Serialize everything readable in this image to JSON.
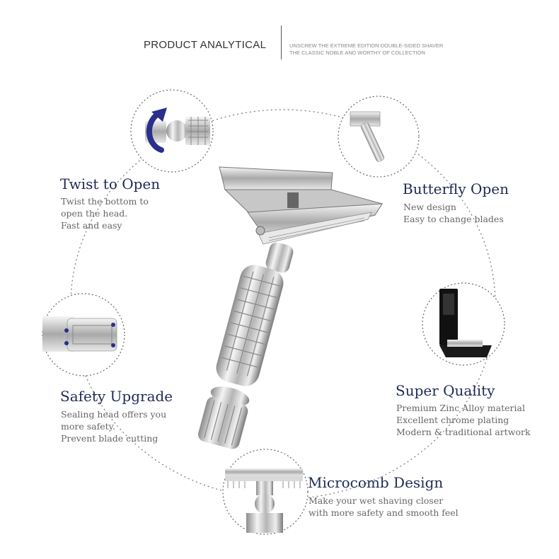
{
  "header": {
    "title": "PRODUCT ANALYTICAL",
    "subtitle_lines": [
      "UNSCREW THE EXTREME EDITION DOUBLE-SIDED SHAVER",
      "THE CLASSIC NOBLE AND WORTHY OF COLLECTION"
    ]
  },
  "features": {
    "twist": {
      "title": "Twist to Open",
      "lines": [
        "Twist the bottom to",
        "open the head.",
        "Fast and easy"
      ]
    },
    "butterfly": {
      "title": "Butterfly Open",
      "lines": [
        "New design",
        "Easy to change blades"
      ]
    },
    "safety": {
      "title": "Safety Upgrade",
      "lines": [
        "Sealing head offers you",
        "more safety.",
        "Prevent blade cutting"
      ]
    },
    "quality": {
      "title": "Super Quality",
      "lines": [
        "Premium Zinc Alloy material",
        "Excellent chrome plating",
        "Modern & traditional artwork"
      ]
    },
    "microcomb": {
      "title": "Microcomb Design",
      "lines": [
        "Make your wet shaving closer",
        "with more safety and smooth feel"
      ]
    }
  },
  "colors": {
    "title": "#1e2a55",
    "body": "#666666",
    "accent": "#2a2f8a"
  }
}
